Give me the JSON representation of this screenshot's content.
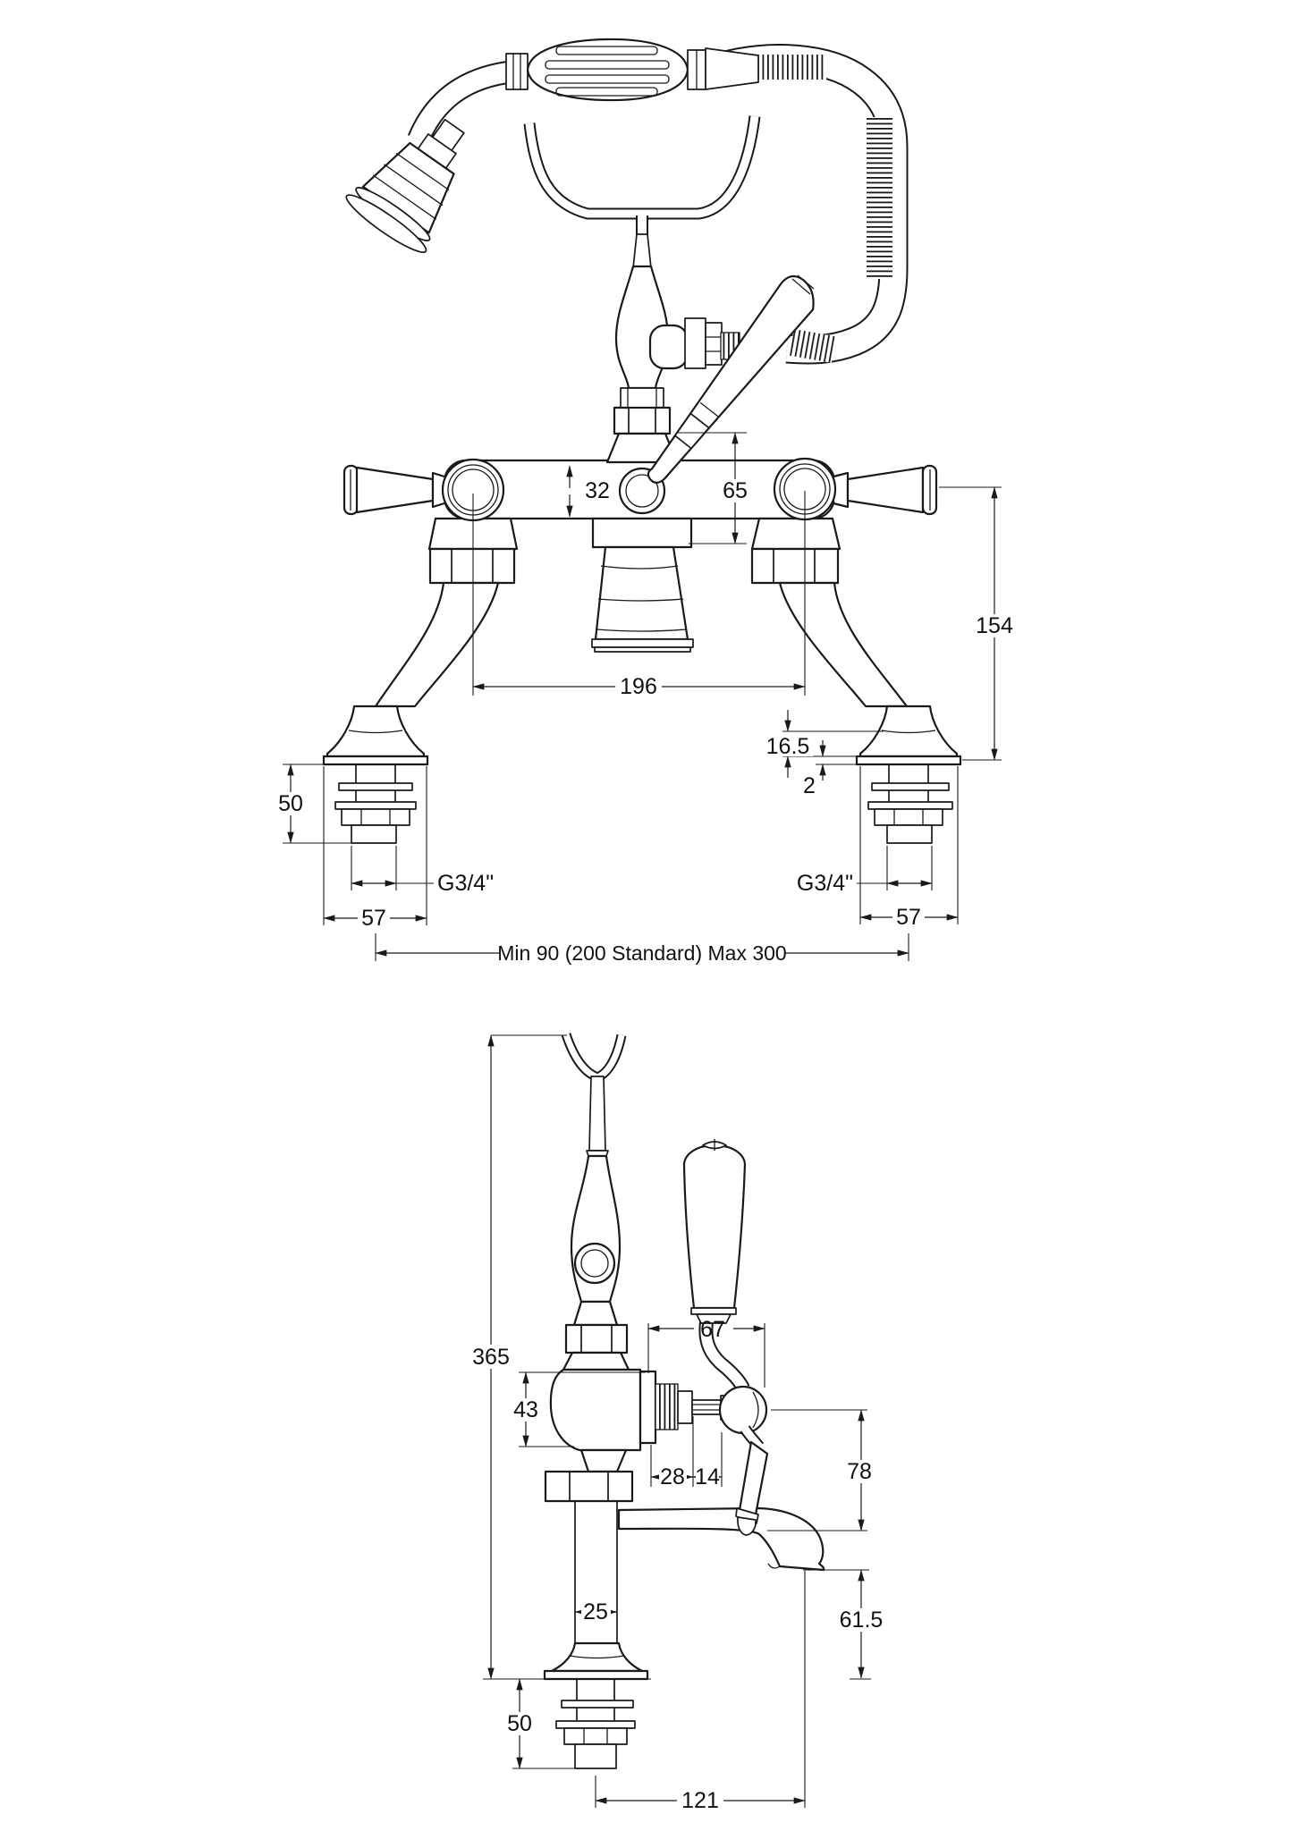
{
  "drawing": {
    "type": "bath-shower-mixer technical dimension drawing",
    "line_color": "#1a1a1a",
    "background": "#ffffff"
  },
  "front_view": {
    "dims": {
      "body_height": "32",
      "outlet_drop": "65",
      "centre_height": "154",
      "hole_centres": "196",
      "flange_height": "16.5",
      "washer_thickness": "2",
      "shank_length": "50",
      "thread_size_left": "G3/4\"",
      "thread_size_right": "G3/4\"",
      "flange_width_left": "57",
      "flange_width_right": "57",
      "adjustable_centres": "Min 90 (200 Standard) Max 300"
    }
  },
  "side_view": {
    "dims": {
      "overall_height": "365",
      "body_height": "43",
      "handle_projection": "67",
      "body_to_stem": "28",
      "stem_to_handle": "14",
      "handle_drop": "78",
      "pipe_diameter": "25",
      "spout_height": "61.5",
      "shank_length": "50",
      "spout_projection": "121"
    }
  }
}
